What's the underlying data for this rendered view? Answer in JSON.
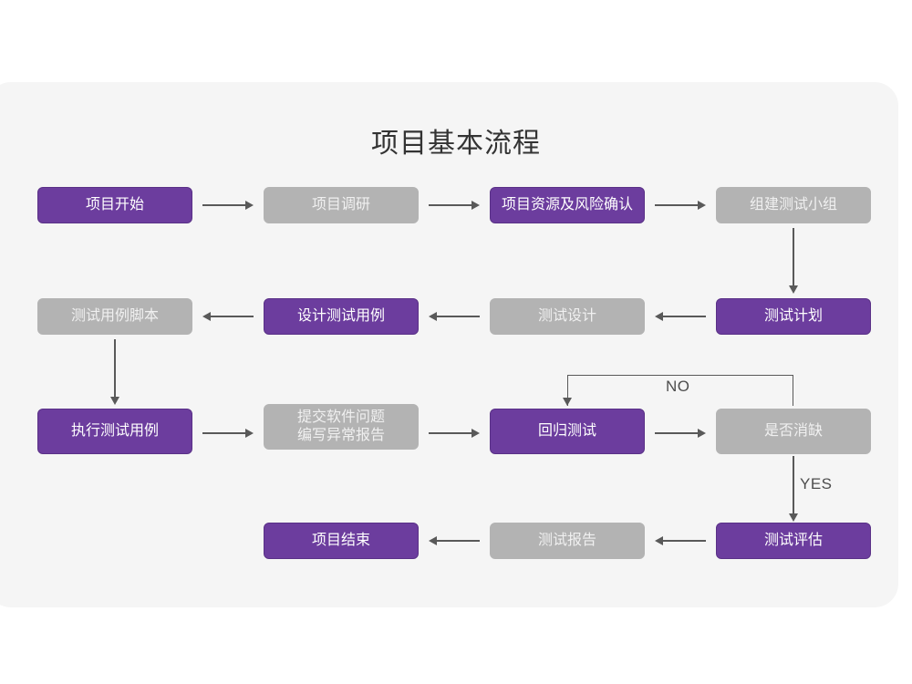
{
  "page": {
    "title": "项目基本流程",
    "background": "#ffffff",
    "panel_color": "#f5f5f5"
  },
  "colors": {
    "accent_purple": "#6c3d9e",
    "accent_purple_border": "#5a3187",
    "muted_gray": "#b3b3b3",
    "connector": "#595959",
    "title_text": "#333333"
  },
  "flow": {
    "nodes": [
      {
        "id": "n1",
        "label": "项目开始",
        "style": "purple",
        "row": 1,
        "col": 1
      },
      {
        "id": "n2",
        "label": "项目调研",
        "style": "gray",
        "row": 1,
        "col": 2
      },
      {
        "id": "n3",
        "label": "项目资源及风险确认",
        "style": "purple",
        "row": 1,
        "col": 3
      },
      {
        "id": "n4",
        "label": "组建测试小组",
        "style": "gray",
        "row": 1,
        "col": 4
      },
      {
        "id": "n5",
        "label": "测试用例脚本",
        "style": "gray",
        "row": 2,
        "col": 1
      },
      {
        "id": "n6",
        "label": "设计测试用例",
        "style": "purple",
        "row": 2,
        "col": 2
      },
      {
        "id": "n7",
        "label": "测试设计",
        "style": "gray",
        "row": 2,
        "col": 3
      },
      {
        "id": "n8",
        "label": "测试计划",
        "style": "purple",
        "row": 2,
        "col": 4
      },
      {
        "id": "n9",
        "label": "执行测试用例",
        "style": "purple",
        "row": 3,
        "col": 1
      },
      {
        "id": "n10",
        "label": "提交软件问题\n编写异常报告",
        "style": "gray",
        "row": 3,
        "col": 2
      },
      {
        "id": "n11",
        "label": "回归测试",
        "style": "purple",
        "row": 3,
        "col": 3
      },
      {
        "id": "n12",
        "label": "是否消缺",
        "style": "gray",
        "row": 3,
        "col": 4
      },
      {
        "id": "n13",
        "label": "项目结束",
        "style": "purple",
        "row": 4,
        "col": 2
      },
      {
        "id": "n14",
        "label": "测试报告",
        "style": "gray",
        "row": 4,
        "col": 3
      },
      {
        "id": "n15",
        "label": "测试评估",
        "style": "purple",
        "row": 4,
        "col": 4
      }
    ],
    "edge_labels": {
      "no": "NO",
      "yes": "YES"
    }
  }
}
